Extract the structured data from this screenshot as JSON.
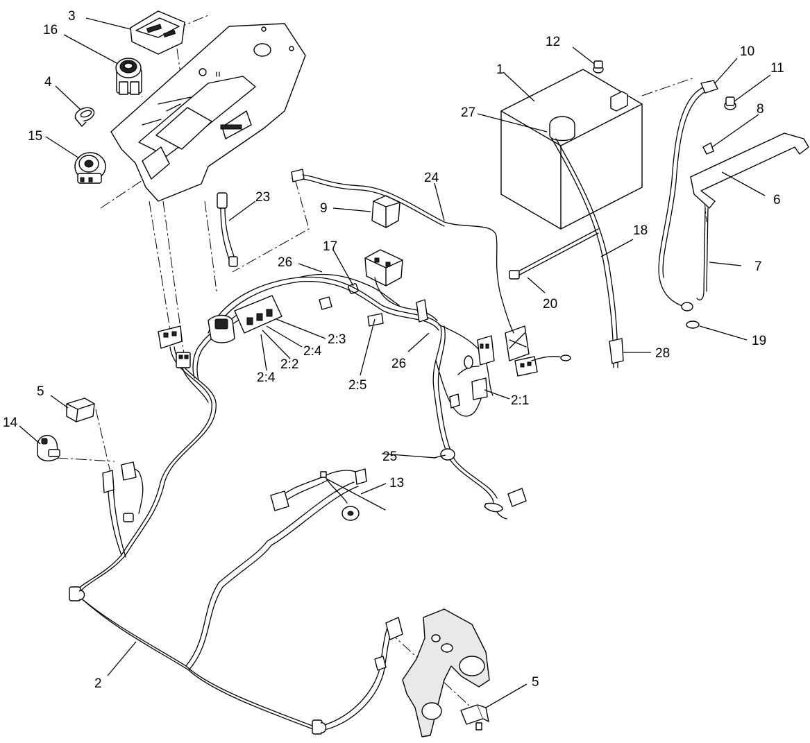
{
  "callouts": {
    "c1": "1",
    "c2": "2",
    "c3": "3",
    "c4": "4",
    "c5a": "5",
    "c5b": "5",
    "c6": "6",
    "c7": "7",
    "c8": "8",
    "c9": "9",
    "c10": "10",
    "c11": "11",
    "c12": "12",
    "c13": "13",
    "c14": "14",
    "c15": "15",
    "c16": "16",
    "c17": "17",
    "c18": "18",
    "c19": "19",
    "c20": "20",
    "c23": "23",
    "c24": "24",
    "c25": "25",
    "c26a": "26",
    "c26b": "26",
    "c27": "27",
    "c28": "28",
    "c2_1": "2:1",
    "c2_2": "2:2",
    "c2_3": "2:3",
    "c2_4a": "2:4",
    "c2_4b": "2:4",
    "c2_5": "2:5"
  }
}
